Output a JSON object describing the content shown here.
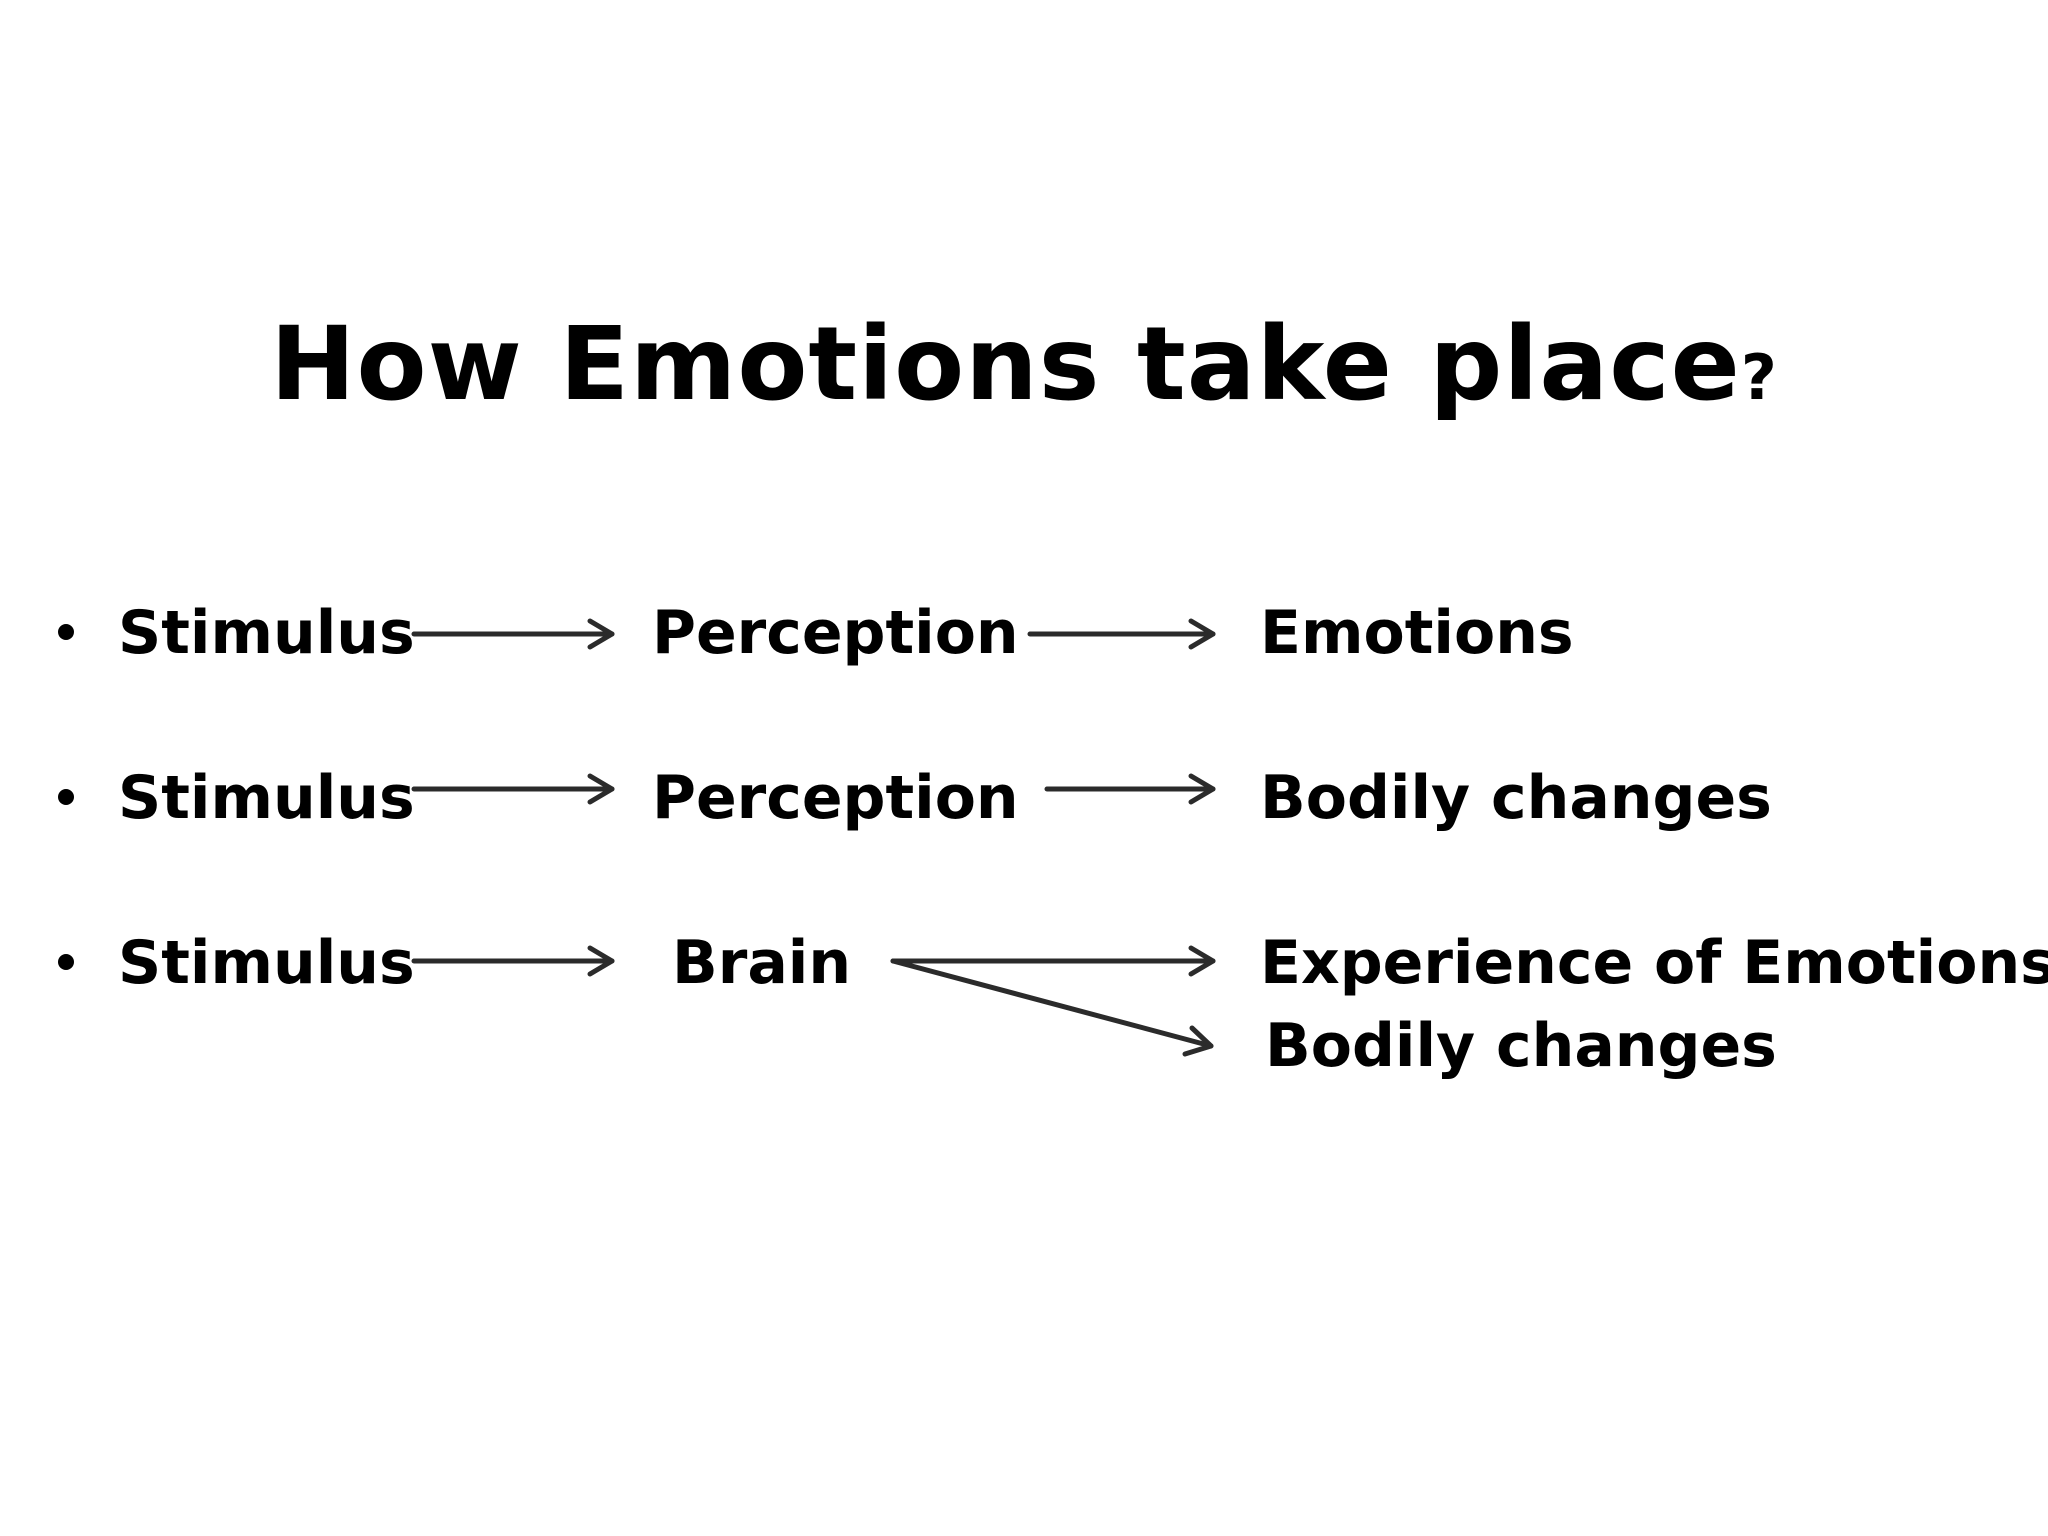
{
  "slide": {
    "title": "How Emotions take place",
    "title_suffix": "?",
    "rows": [
      {
        "stimulus": "Stimulus",
        "middle": "Perception",
        "result": "Emotions"
      },
      {
        "stimulus": "Stimulus",
        "middle": "Perception",
        "result": "Bodily changes"
      },
      {
        "stimulus": "Stimulus",
        "middle": "Brain",
        "result": "Experience of Emotions",
        "result_2": "Bodily changes"
      }
    ]
  },
  "colors": {
    "background": "#ffffff",
    "text": "#000000",
    "arrow": "#2b2b2b"
  },
  "icons": {
    "bullet": "bullet-dot",
    "arrow": "right-arrow"
  }
}
